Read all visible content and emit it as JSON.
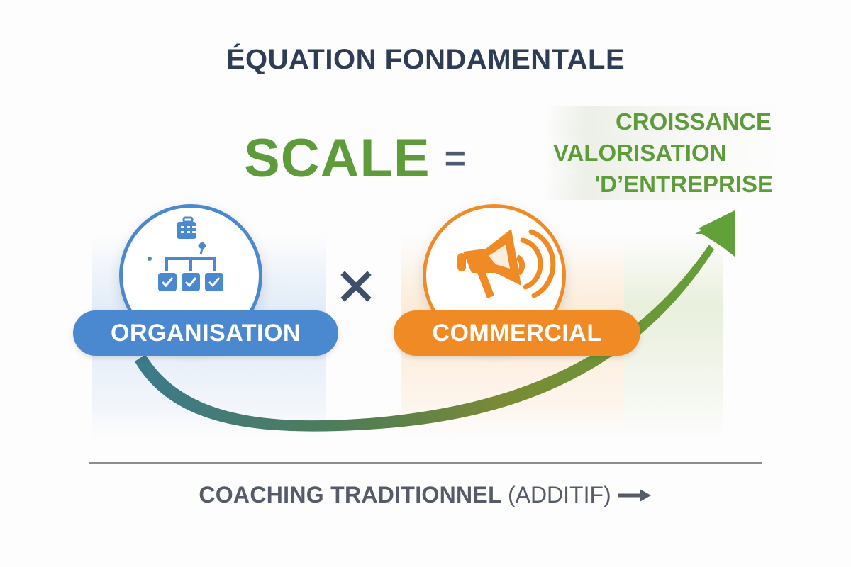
{
  "title": "ÉQUATION FONDAMENTALE",
  "equation": {
    "left_term": "SCALE",
    "equals_symbol": "=",
    "operator": "×",
    "factors": [
      {
        "label": "ORGANISATION",
        "icon": "org-chart-checklist-icon",
        "color": "#4a89cf"
      },
      {
        "label": "COMMERCIAL",
        "icon": "megaphone-icon",
        "color": "#f08a24"
      }
    ]
  },
  "result": {
    "lines": [
      "CROISSANCE",
      "VALORISATION",
      "'D’ENTREPRISE"
    ],
    "color": "#5e9b3a",
    "icon": "growth-arrow-icon"
  },
  "footer": {
    "strong_text": "COACHING TRADITIONNEL",
    "light_text": "(ADDITIF)",
    "icon": "right-arrow-icon"
  },
  "colors": {
    "title": "#2f3c55",
    "blue": "#4a89cf",
    "orange": "#f08a24",
    "green": "#5e9b3a",
    "footer": "#555b68"
  }
}
